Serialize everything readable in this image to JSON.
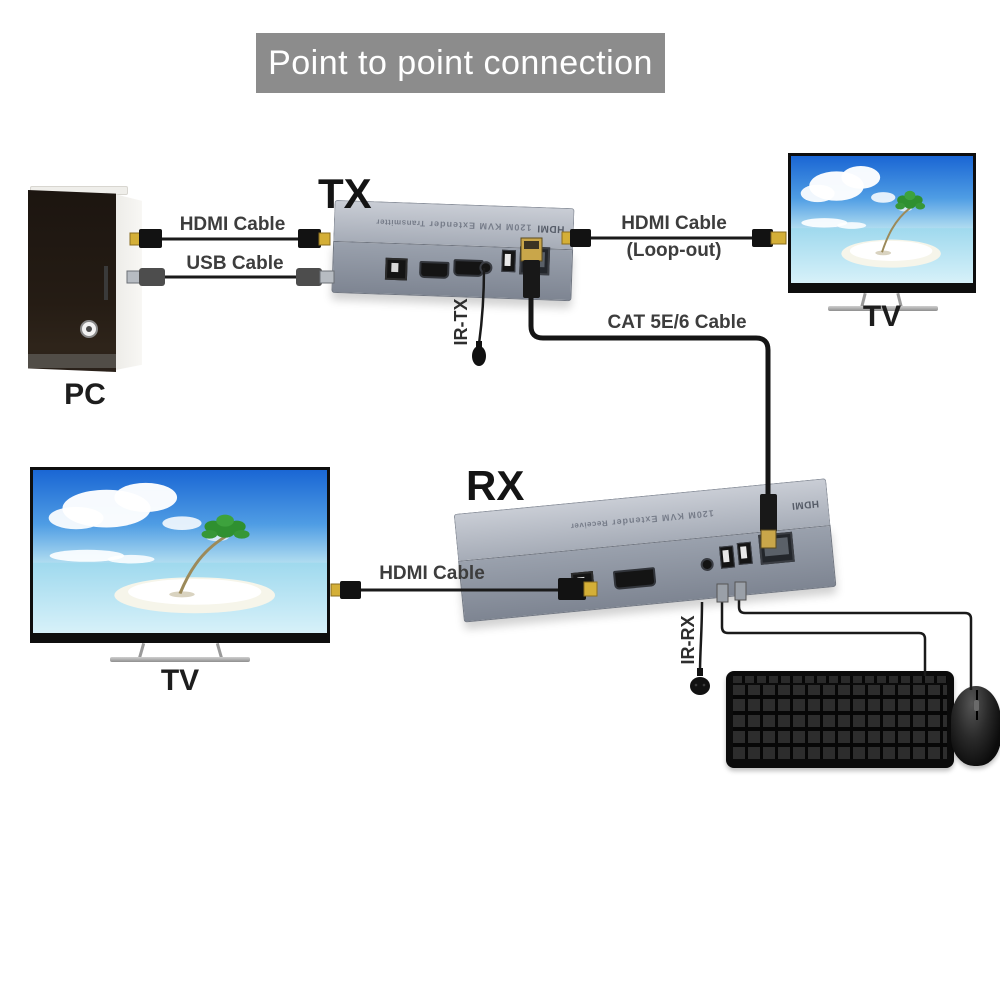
{
  "title": "Point to point connection",
  "labels": {
    "tx": "TX",
    "rx": "RX",
    "pc": "PC",
    "tv_top": "TV",
    "tv_bottom": "TV",
    "ir_tx": "IR-TX",
    "ir_rx": "IR-RX"
  },
  "cables": {
    "pc_tx_hdmi": "HDMI Cable",
    "pc_tx_usb": "USB Cable",
    "loopout_hdmi": "HDMI Cable",
    "loopout_sub": "(Loop-out)",
    "cat": "CAT 5E/6 Cable",
    "rx_tv_hdmi": "HDMI Cable"
  },
  "devices": {
    "tx_marking": "120M KVM Extender",
    "tx_role": "Transmitter",
    "rx_marking": "120M KVM Extender",
    "rx_role": "Receiver",
    "brand_logo": "HDMI"
  },
  "colors": {
    "banner_gray": "#8c8c8c",
    "device_gray": "#9aa1ad",
    "cable_black": "#1a1a1a",
    "hdmi_gold": "#d4af37",
    "label_text": "#3d3d3d"
  }
}
